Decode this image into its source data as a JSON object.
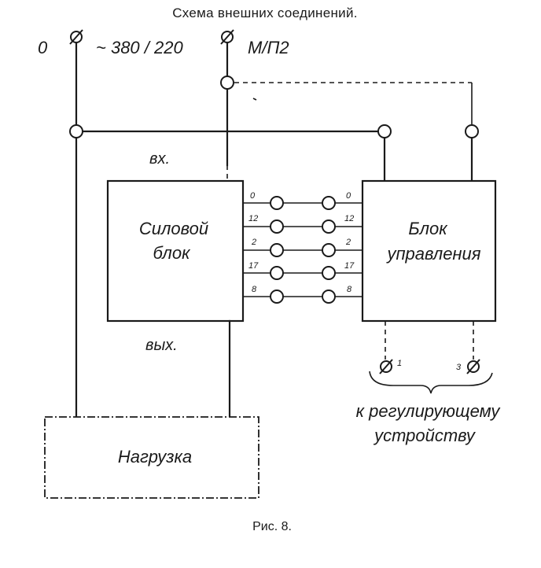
{
  "title": "Схема внешних соединений.",
  "caption": "Рис. 8.",
  "terminals": {
    "zero": "0",
    "supply": "~ 380 / 220",
    "mp": "М/П2"
  },
  "labels": {
    "input": "вх.",
    "output": "вых.",
    "regulator_line1": "к регулирующему",
    "regulator_line2": "устройству"
  },
  "blocks": {
    "power_line1": "Силовой",
    "power_line2": "блок",
    "control_line1": "Блок",
    "control_line2": "управления",
    "load": "Нагрузка"
  },
  "connections": [
    {
      "left": "0",
      "right": "0"
    },
    {
      "left": "12",
      "right": "12"
    },
    {
      "left": "2",
      "right": "2"
    },
    {
      "left": "17",
      "right": "17"
    },
    {
      "left": "8",
      "right": "8"
    }
  ],
  "regulator_terminals": {
    "left": "1",
    "right": "3"
  }
}
